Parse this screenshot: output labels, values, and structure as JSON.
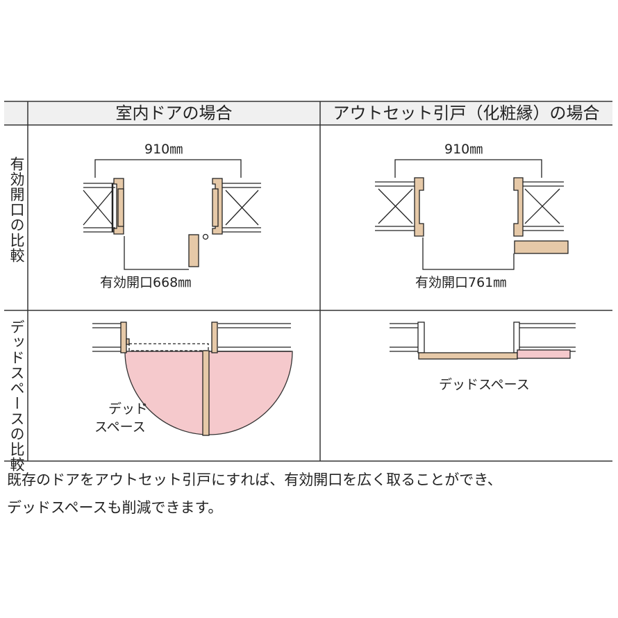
{
  "table": {
    "header_left": "室内ドアの場合",
    "header_right": "アウトセット引戸（化粧縁）の場合",
    "row1_label": "有効開口の比較",
    "row2_label": "デッドスペースの比較"
  },
  "door_opening": {
    "left_width": "910㎜",
    "left_effective": "有効開口668㎜",
    "right_width": "910㎜",
    "right_effective": "有効開口761㎜"
  },
  "dead_space": {
    "left_label_line1": "デッド",
    "left_label_line2": "スペース",
    "right_label": "デッドスペース"
  },
  "caption": {
    "line1": "既存のドアをアウトセット引戸にすれば、有効開口を広く取ることができ、",
    "line2": "デッドスペースも削減できます。"
  },
  "colors": {
    "wood": "#e6c9a8",
    "dead_space": "#f5c9cc",
    "line": "#222222",
    "header_bg": "#eeeeee"
  }
}
